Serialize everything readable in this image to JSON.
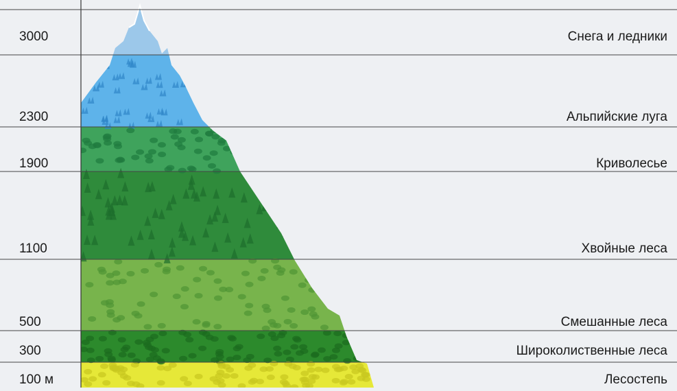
{
  "altitude_zones": [
    {
      "altitude": "3000",
      "zone": "Снега и ледники",
      "color": "#8fbfe6"
    },
    {
      "altitude": "2300",
      "zone": "Альпийские луга",
      "color": "#5fb0e8"
    },
    {
      "altitude": "1900",
      "zone": "Криволесье",
      "color": "#3a9a5a"
    },
    {
      "altitude": "1100",
      "zone": "Хвойные леса",
      "color": "#2f8a3c"
    },
    {
      "altitude": "500",
      "zone": "Смешанные леса",
      "color": "#74b04a"
    },
    {
      "altitude": "300",
      "zone": "Широколиственные леса",
      "color": "#2d8a2a"
    },
    {
      "altitude": "100 м",
      "zone": "Лесостепь",
      "color": "#e8e83a"
    }
  ]
}
